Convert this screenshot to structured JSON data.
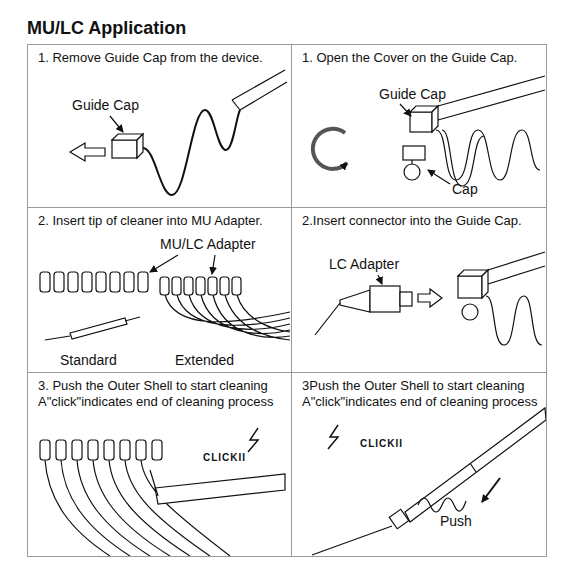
{
  "diagram": {
    "title": "MU/LC Application",
    "nodes": [
      {
        "text": [
          "1. Remove Guide Cap from the device."
        ]
      },
      {
        "text": [
          "1. Open the Cover on the Guide Cap."
        ]
      },
      {
        "text": [
          "2. Insert tip of cleaner into MU Adapter."
        ]
      },
      {
        "text": [
          "2.Insert connector into the Guide Cap."
        ]
      },
      {
        "text": [
          "3. Push the Outer Shell to start cleaning A\"click\"indicates end of cleaning process"
        ]
      },
      {
        "text": [
          "3Push the Outer Shell to start cleaning A\"click\"indicates end of cleaning process"
        ]
      }
    ],
    "labels": [
      "Guide Cap",
      "Guide Cap",
      "Cap",
      "MU/LC Adapter",
      "Standard",
      "Extended",
      "LC Adapter",
      "CLICKII",
      "CLICKII",
      "Push"
    ]
  }
}
